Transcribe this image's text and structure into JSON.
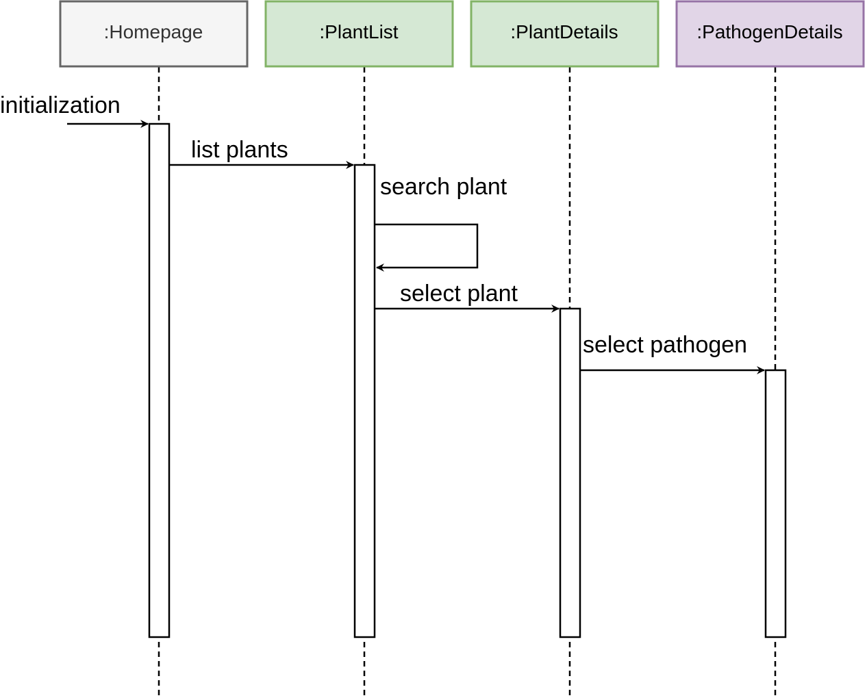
{
  "participants": [
    {
      "name": ":Homepage",
      "fill": "#f5f5f5",
      "stroke": "#666666",
      "text_color": "#333333"
    },
    {
      "name": ":PlantList",
      "fill": "#d5e8d4",
      "stroke": "#82b366",
      "text_color": "#000000"
    },
    {
      "name": ":PlantDetails",
      "fill": "#d5e8d4",
      "stroke": "#82b366",
      "text_color": "#000000"
    },
    {
      "name": ":PathogenDetails",
      "fill": "#e1d5e7",
      "stroke": "#9673a6",
      "text_color": "#000000"
    }
  ],
  "messages": [
    {
      "label": "initialization",
      "from": "external",
      "to": ":Homepage"
    },
    {
      "label": "list plants",
      "from": ":Homepage",
      "to": ":PlantList"
    },
    {
      "label": "search plant",
      "from": ":PlantList",
      "to": ":PlantList"
    },
    {
      "label": "select plant",
      "from": ":PlantList",
      "to": ":PlantDetails"
    },
    {
      "label": "select pathogen",
      "from": ":PlantDetails",
      "to": ":PathogenDetails"
    }
  ]
}
